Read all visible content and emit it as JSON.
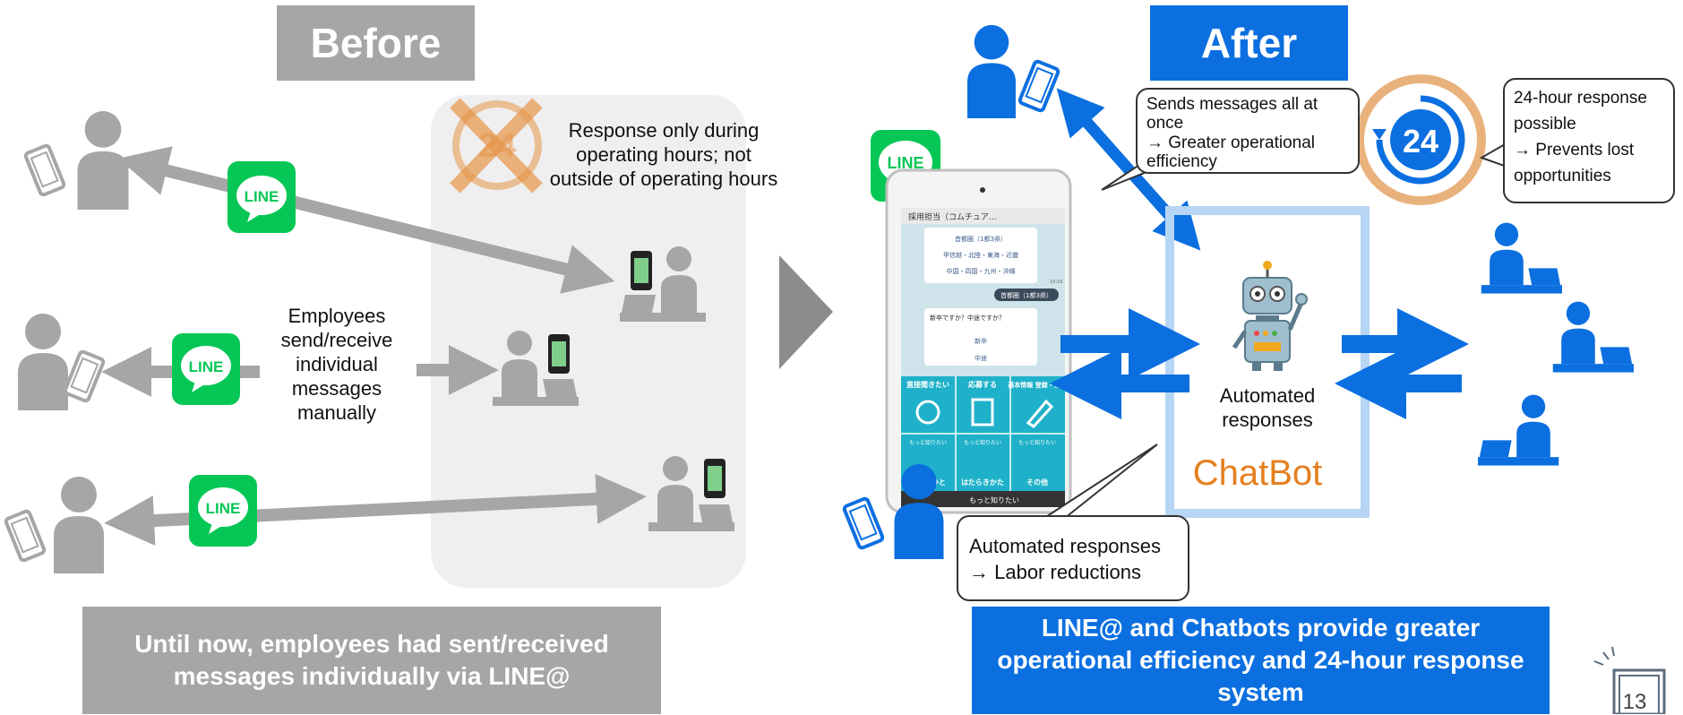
{
  "before": {
    "tag": "Before",
    "operating_hours_note": "Response only during operating hours; not outside of operating hours",
    "employees_note": "Employees send/receive individual messages manually",
    "summary": "Until now, employees had sent/received messages individually via LINE@"
  },
  "after": {
    "tag": "After",
    "callout_bulk": "Sends messages all at once\n→ Greater operational efficiency",
    "callout_24h": "24-hour response possible\n→ Prevents lost opportunities",
    "automated_label": "Automated responses",
    "chatbot_label": "ChatBot",
    "callout_labor": "Automated responses\n→ Labor reductions",
    "summary": "LINE@ and Chatbots provide greater operational efficiency and 24-hour response system"
  },
  "line_logo_text": "LINE",
  "clock_text": "24",
  "phone_screen": {
    "header": "採用担当（コムチュア…",
    "options_region_1": "首都圏（1都3県）",
    "options_region_2": "甲信越・北陸・東海・近畿",
    "options_region_3": "中国・四国・九州・沖縄",
    "timestamp": "10:16",
    "reply_bubble": "首都圏（1都3県）",
    "question": "新卒ですか？中途ですか？",
    "option_new": "新卒",
    "option_mid": "中途",
    "menu_1": "直接聞きたい",
    "menu_2": "応募する",
    "menu_3": "基本情報 登録・修正",
    "menu_sub": "もっと知りたい",
    "menu_4": "ひと",
    "menu_5": "はたらきかた",
    "menu_6": "その他",
    "menu_footer": "もっと知りたい"
  },
  "page_number": "13",
  "colors": {
    "gray": "#a6a6a6",
    "blue": "#0b6fe0",
    "line_green": "#06c755",
    "orange": "#e47f1f",
    "clock_ring": "#e9b27d",
    "chatbot_frame": "#b7d5f5"
  }
}
